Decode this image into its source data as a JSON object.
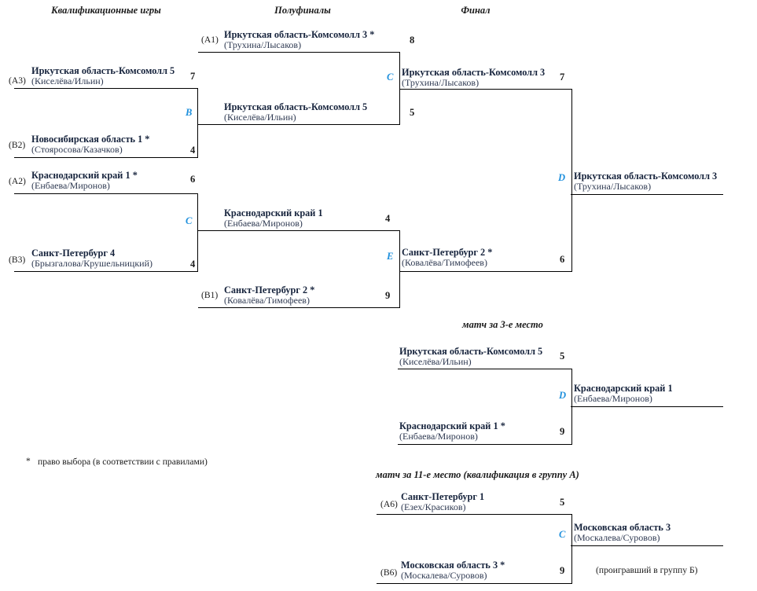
{
  "headers": {
    "qualification": "Квалификационные игры",
    "semifinals": "Полуфиналы",
    "final": "Финал"
  },
  "sections": {
    "third_place": "матч за 3-е место",
    "eleventh_place": "матч за 11-е место (квалификация в группу А)"
  },
  "footnote": {
    "star": "*",
    "text": "право выбора (в соответствии с правилами)"
  },
  "notes": {
    "loser_to_group_b": "(проигравший в группу Б)"
  },
  "bracket": {
    "qualification": [
      {
        "match_letter": "B",
        "top": {
          "seed": "(А3)",
          "team": "Иркутская область-Комсомолл 5",
          "players": "(Киселёва/Ильин)",
          "score": "7"
        },
        "bottom": {
          "seed": "(В2)",
          "team": "Новосибирская область 1 *",
          "players": "(Стояросова/Казачков)",
          "score": "4"
        }
      },
      {
        "match_letter": "C",
        "top": {
          "seed": "(А2)",
          "team": "Краснодарский край 1 *",
          "players": "(Енбаева/Миронов)",
          "score": "6"
        },
        "bottom": {
          "seed": "(В3)",
          "team": "Санкт-Петербург 4",
          "players": "(Брызгалова/Крушельницкий)",
          "score": "4"
        }
      }
    ],
    "semifinals": [
      {
        "match_letter": "C",
        "top": {
          "seed": "(А1)",
          "team": "Иркутская область-Комсомолл 3 *",
          "players": "(Трухина/Лысаков)",
          "score": "8"
        },
        "bottom": {
          "seed": "",
          "team": "Иркутская область-Комсомолл 5",
          "players": "(Киселёва/Ильин)",
          "score": "5"
        }
      },
      {
        "match_letter": "E",
        "top": {
          "seed": "",
          "team": "Краснодарский край 1",
          "players": "(Енбаева/Миронов)",
          "score": "4"
        },
        "bottom": {
          "seed": "(В1)",
          "team": "Санкт-Петербург 2 *",
          "players": "(Ковалёва/Тимофеев)",
          "score": "9"
        }
      }
    ],
    "final": {
      "match_letter": "D",
      "top": {
        "team": "Иркутская область-Комсомолл 3",
        "players": "(Трухина/Лысаков)",
        "score": "7"
      },
      "bottom": {
        "team": "Санкт-Петербург 2 *",
        "players": "(Ковалёва/Тимофеев)",
        "score": "6"
      },
      "winner": {
        "team": "Иркутская область-Комсомолл 3",
        "players": "(Трухина/Лысаков)"
      }
    },
    "third_place": {
      "match_letter": "D",
      "top": {
        "team": "Иркутская область-Комсомолл 5",
        "players": "(Киселёва/Ильин)",
        "score": "5"
      },
      "bottom": {
        "team": "Краснодарский край 1 *",
        "players": "(Енбаева/Миронов)",
        "score": "9"
      },
      "winner": {
        "team": "Краснодарский край 1",
        "players": "(Енбаева/Миронов)"
      }
    },
    "eleventh_place": {
      "match_letter": "C",
      "top": {
        "seed": "(А6)",
        "team": "Санкт-Петербург 1",
        "players": "(Езех/Красиков)",
        "score": "5"
      },
      "bottom": {
        "seed": "(В6)",
        "team": "Московская область 3 *",
        "players": "(Москалева/Суровов)",
        "score": "9"
      },
      "winner": {
        "team": "Московская область 3",
        "players": "(Москалева/Суровов)"
      }
    }
  },
  "colors": {
    "letter_blue": "#2191dd",
    "team_navy": "#17243d",
    "players_slate": "#2f3a52",
    "line_black": "#000000"
  }
}
